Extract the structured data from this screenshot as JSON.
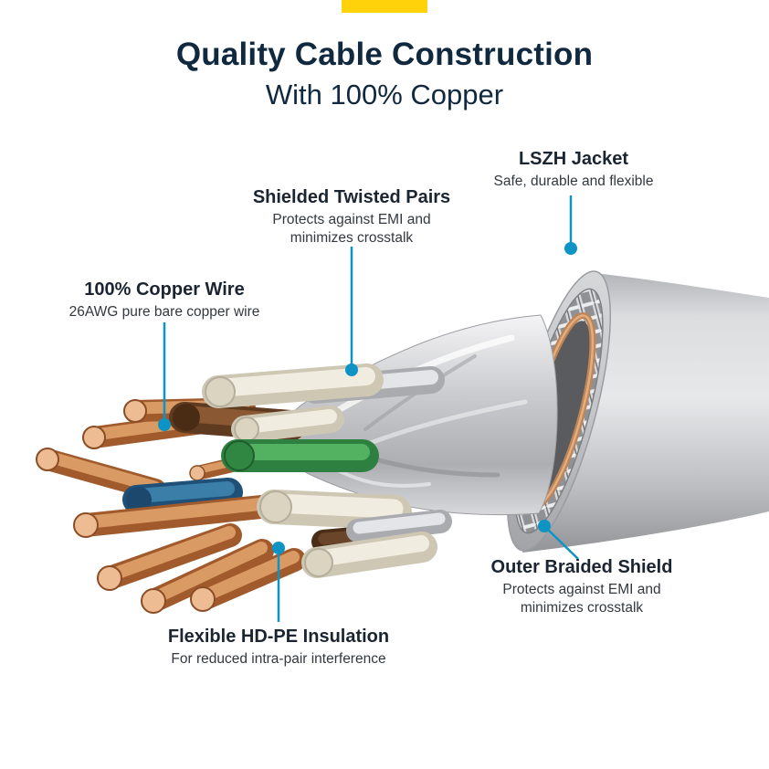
{
  "header": {
    "title": "Quality Cable Construction",
    "subtitle": "With 100% Copper"
  },
  "callouts": [
    {
      "id": "lszh-jacket",
      "title": "LSZH Jacket",
      "desc": "Safe, durable and flexible"
    },
    {
      "id": "shielded-twisted-pairs",
      "title": "Shielded Twisted Pairs",
      "desc": "Protects against EMI and minimizes crosstalk"
    },
    {
      "id": "copper-wire",
      "title": "100% Copper Wire",
      "desc": "26AWG pure bare copper wire"
    },
    {
      "id": "outer-braided-shield",
      "title": "Outer Braided Shield",
      "desc": "Protects against EMI and minimizes crosstalk"
    },
    {
      "id": "hdpe-insulation",
      "title": "Flexible HD-PE Insulation",
      "desc": "For reduced intra-pair interference"
    }
  ],
  "colors": {
    "accent_callout": "#0E93C5",
    "title_navy": "#10293F",
    "brand_tab_yellow": "#FFD20A",
    "jacket_gray": "#C2C3C6",
    "copper": "#C08455"
  }
}
